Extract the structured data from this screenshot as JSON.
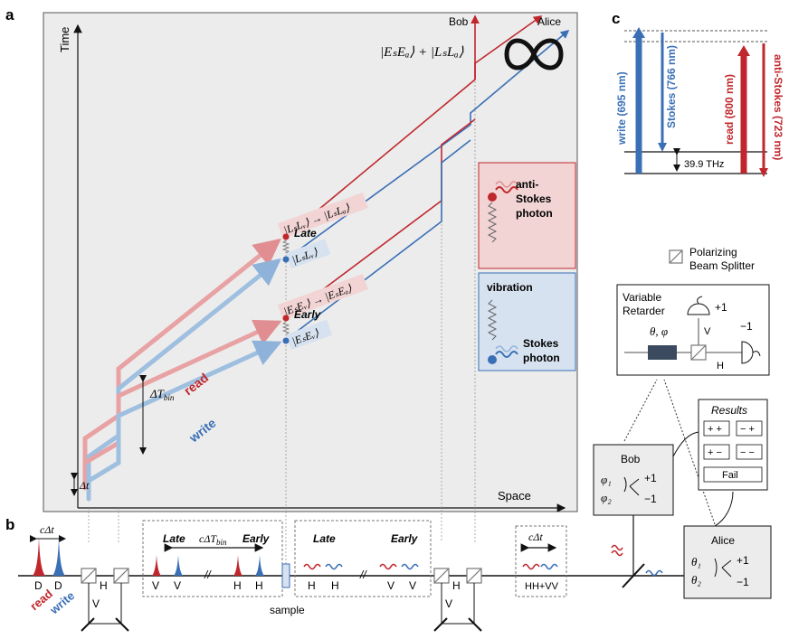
{
  "panel_labels": {
    "a": "a",
    "b": "b",
    "c": "c"
  },
  "panel_a": {
    "axis_time": "Time",
    "axis_space": "Space",
    "bob": "Bob",
    "alice": "Alice",
    "entangled_state": "|EₛEₐ⟩ + |LₛLₐ⟩",
    "late": "Late",
    "early": "Early",
    "late_read_transition": "|LₛLᵥ⟩ → |LₛLₐ⟩",
    "late_write_state": "|LₛLᵥ⟩",
    "early_read_transition": "|EₛEᵥ⟩ → |EₛEₐ⟩",
    "early_write_state": "|EₛEᵥ⟩",
    "delta_t_bin": "ΔT",
    "delta_t_bin_sub": "bin",
    "delta_t": "Δt",
    "read": "read",
    "write": "write",
    "anti_stokes_line1": "anti-",
    "anti_stokes_line2": "Stokes",
    "anti_stokes_line3": "photon",
    "vibration": "vibration",
    "stokes_line1": "Stokes",
    "stokes_line2": "photon"
  },
  "panel_c": {
    "write": "write (695 nm)",
    "stokes": "Stokes (766 nm)",
    "read": "read (800 nm)",
    "anti_stokes": "anti-Stokes (723 nm)",
    "frequency": "39.9 THz"
  },
  "pbs_legend": {
    "line1": "Polarizing",
    "line2": "Beam Splitter"
  },
  "retarder": {
    "line1": "Variable",
    "line2": "Retarder",
    "params": "θ, φ",
    "plus": "+1",
    "minus": "−1",
    "v": "V",
    "h": "H"
  },
  "results": {
    "title": "Results",
    "cells": [
      "+ +",
      "− +",
      "+ −",
      "− −"
    ],
    "fail": "Fail"
  },
  "bob_box": {
    "title": "Bob",
    "phi1": "φ₁",
    "phi2": "φ₂",
    "plus": "+1",
    "minus": "−1"
  },
  "alice_box": {
    "title": "Alice",
    "theta1": "θ₁",
    "theta2": "θ₂",
    "plus": "+1",
    "minus": "−1"
  },
  "panel_b": {
    "c_delta_t": "cΔt",
    "d1": "D",
    "d2": "D",
    "read": "read",
    "write": "write",
    "h1": "H",
    "v1": "V",
    "late": "Late",
    "early": "Early",
    "c_delta_t_bin": "cΔT",
    "c_delta_t_bin_sub": "bin",
    "pulse_pol": [
      "V",
      "V",
      "H",
      "H"
    ],
    "sample": "sample",
    "late2": "Late",
    "early2": "Early",
    "photon_pol": [
      "H",
      "H",
      "V",
      "V"
    ],
    "h2": "H",
    "v2": "V",
    "c_delta_t2": "cΔt",
    "hh_vv": "HH+VV"
  },
  "colors": {
    "red": "#c0272d",
    "blue": "#3a6fb6",
    "light_red": "#e8a2a4",
    "light_blue": "#9fbfe0",
    "panel_bg": "#ececec",
    "pink_box": "#f2d4d4",
    "blue_box": "#d6e2ef"
  }
}
